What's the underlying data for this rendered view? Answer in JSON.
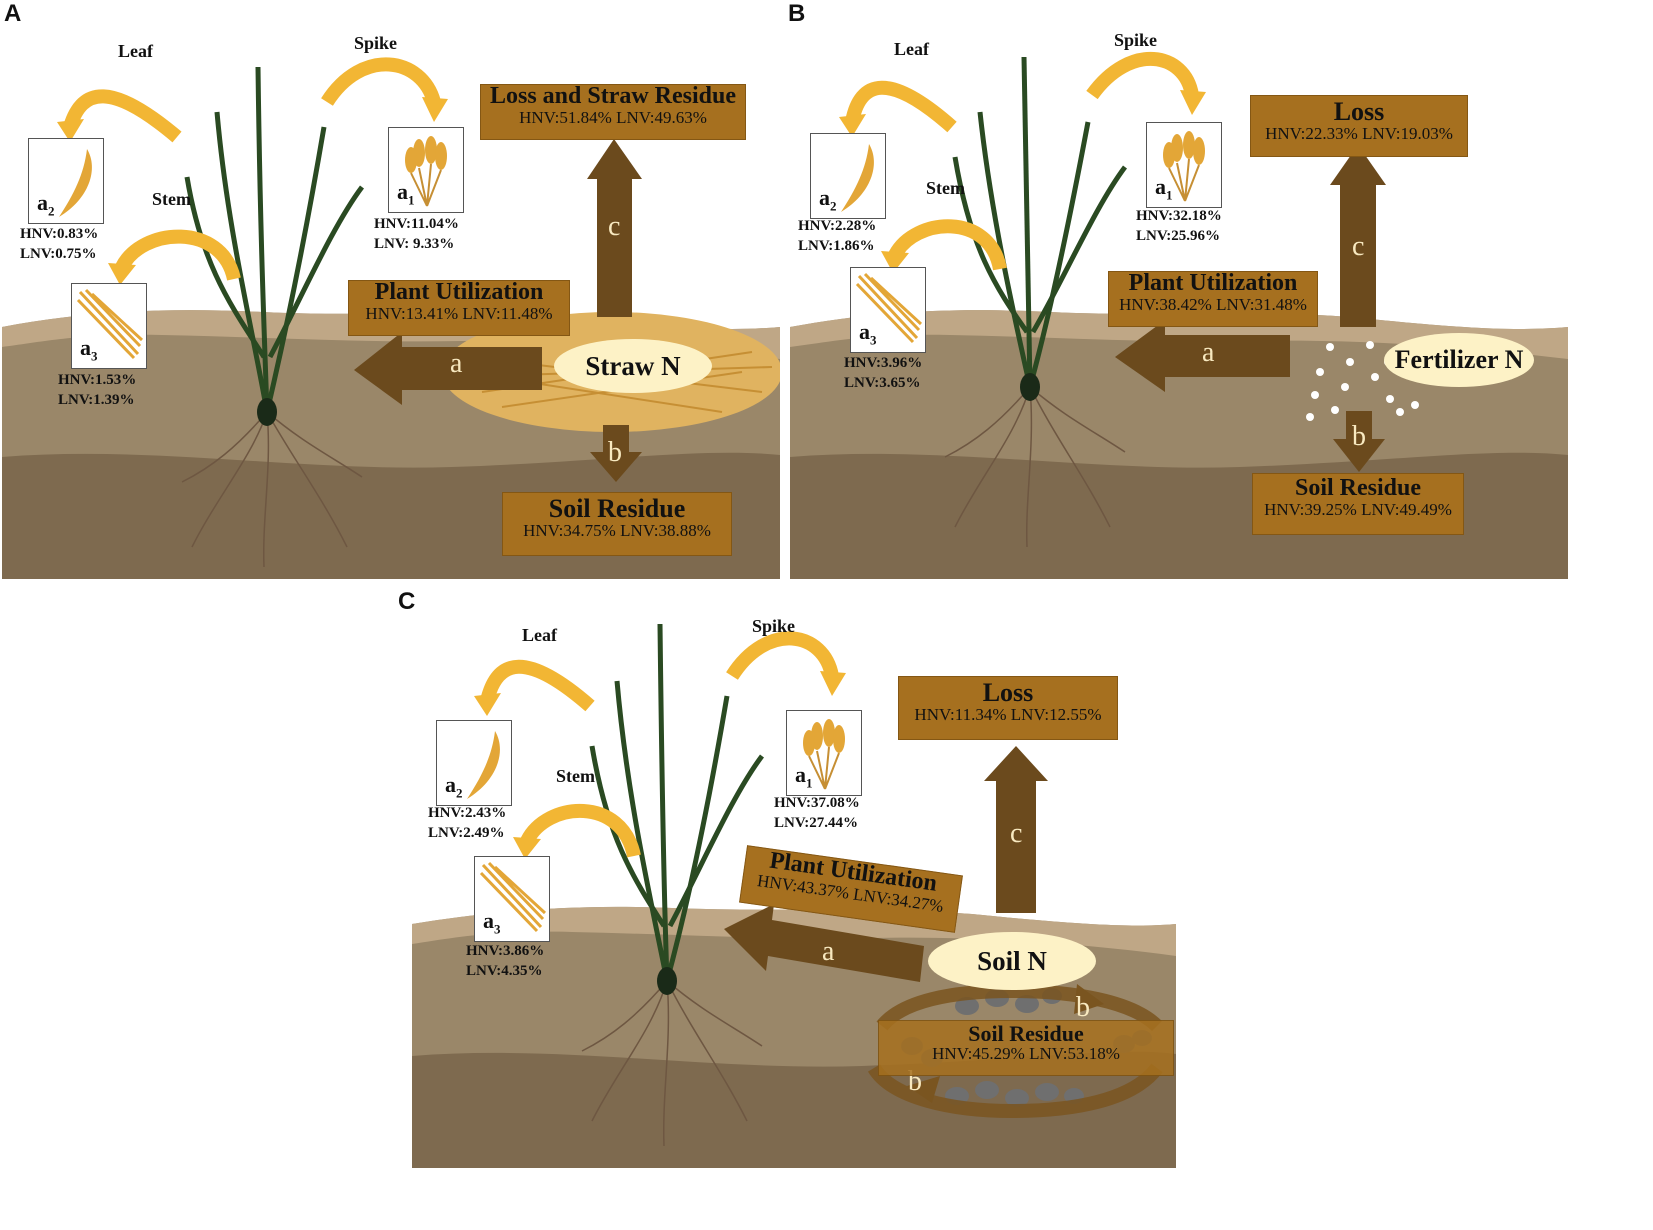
{
  "panels": [
    {
      "letter": "A",
      "source_label": "Straw N",
      "loss": {
        "title": "Loss and Straw Residue",
        "values": "HNV:51.84%  LNV:49.63%"
      },
      "plant": {
        "title": "Plant Utilization",
        "values": "HNV:13.41%  LNV:11.48%"
      },
      "soil": {
        "title": "Soil Residue",
        "values": "HNV:34.75%  LNV:38.88%"
      },
      "arrow_labels": {
        "a": "a",
        "b": "b",
        "c": "c"
      },
      "organs": {
        "leaf": "Leaf",
        "spike": "Spike",
        "stem": "Stem"
      },
      "cards": {
        "a1": "a",
        "a2": "a",
        "a3": "a",
        "s1": "1",
        "s2": "2",
        "s3": "3"
      },
      "spike_pct": [
        "HNV:11.04%",
        "LNV: 9.33%"
      ],
      "leaf_pct": [
        "HNV:0.83%",
        "LNV:0.75%"
      ],
      "stem_pct": [
        "HNV:1.53%",
        "LNV:1.39%"
      ]
    },
    {
      "letter": "B",
      "source_label": "Fertilizer N",
      "loss": {
        "title": "Loss",
        "values": "HNV:22.33%  LNV:19.03%"
      },
      "plant": {
        "title": "Plant Utilization",
        "values": "HNV:38.42%  LNV:31.48%"
      },
      "soil": {
        "title": "Soil Residue",
        "values": "HNV:39.25%  LNV:49.49%"
      },
      "arrow_labels": {
        "a": "a",
        "b": "b",
        "c": "c"
      },
      "organs": {
        "leaf": "Leaf",
        "spike": "Spike",
        "stem": "Stem"
      },
      "cards": {
        "a1": "a",
        "a2": "a",
        "a3": "a",
        "s1": "1",
        "s2": "2",
        "s3": "3"
      },
      "spike_pct": [
        "HNV:32.18%",
        "LNV:25.96%"
      ],
      "leaf_pct": [
        "HNV:2.28%",
        "LNV:1.86%"
      ],
      "stem_pct": [
        "HNV:3.96%",
        "LNV:3.65%"
      ]
    },
    {
      "letter": "C",
      "source_label": "Soil N",
      "loss": {
        "title": "Loss",
        "values": "HNV:11.34%  LNV:12.55%"
      },
      "plant": {
        "title": "Plant Utilization",
        "values": "HNV:43.37% LNV:34.27%"
      },
      "soil": {
        "title": "Soil Residue",
        "values": "HNV:45.29%  LNV:53.18%"
      },
      "arrow_labels": {
        "a": "a",
        "b": "b",
        "c": "c"
      },
      "organs": {
        "leaf": "Leaf",
        "spike": "Spike",
        "stem": "Stem"
      },
      "cards": {
        "a1": "a",
        "a2": "a",
        "a3": "a",
        "s1": "1",
        "s2": "2",
        "s3": "3"
      },
      "spike_pct": [
        "HNV:37.08%",
        "LNV:27.44%"
      ],
      "leaf_pct": [
        "HNV:2.43%",
        "LNV:2.49%"
      ],
      "stem_pct": [
        "HNV:3.86%",
        "LNV:4.35%"
      ]
    }
  ],
  "colors": {
    "box_fill": "#a6701f",
    "arrow_fill": "#6b4a1d",
    "organ_arrow": "#f2b634",
    "soil_top": "#9a8769",
    "soil_bottom": "#7e6a4f",
    "ellipse_fill": "#fdf2c6"
  }
}
